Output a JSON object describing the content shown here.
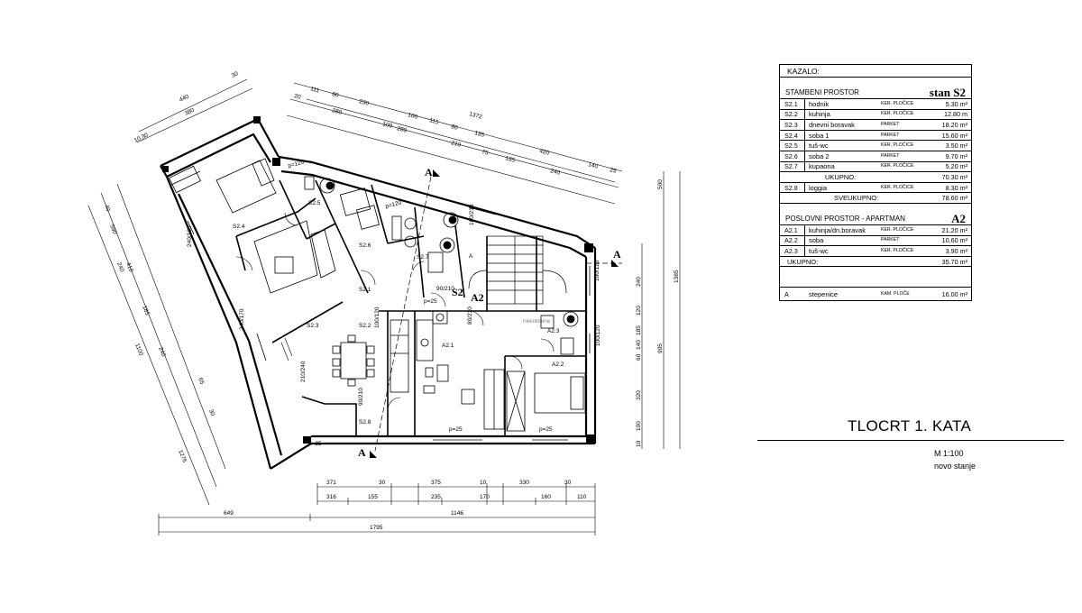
{
  "legend": {
    "heading": "KAZALO:",
    "residential": {
      "section_label": "STAMBENI PROSTOR",
      "unit_code": "stan S2",
      "rooms": [
        {
          "id": "S2.1",
          "name": "hodnik",
          "floor": "KER. PLOČICE",
          "area": "5.30 m²"
        },
        {
          "id": "S2.2",
          "name": "kuhinja",
          "floor": "KER. PLOČICE",
          "area": "12.80 m"
        },
        {
          "id": "S2.3",
          "name": "dnevni boravak",
          "floor": "PARKET",
          "area": "18.20 m²"
        },
        {
          "id": "S2.4",
          "name": "soba 1",
          "floor": "PARKET",
          "area": "15.60 m²"
        },
        {
          "id": "S2.5",
          "name": "tuš-wc",
          "floor": "KER. PLOČICE",
          "area": "3.50 m²"
        },
        {
          "id": "S2.6",
          "name": "soba 2",
          "floor": "PARKET",
          "area": "9.70 m²"
        },
        {
          "id": "S2.7",
          "name": "kupaona",
          "floor": "KER. PLOČICE",
          "area": "5.20 m²"
        }
      ],
      "subtotal_label": "UKUPNO:",
      "subtotal": "70.30 m²",
      "loggia": {
        "id": "S2.8",
        "name": "loggia",
        "floor": "KER. PLOČICE",
        "area": "8.30 m²"
      },
      "total_label": "SVEUKUPNO:",
      "total": "78.60 m²"
    },
    "commercial": {
      "section_label": "POSLOVNI PROSTOR - APARTMAN",
      "unit_code": "A2",
      "rooms": [
        {
          "id": "A2.1",
          "name": "kuhinja/dn.boravak",
          "floor": "KER. PLOČICE",
          "area": "21.20 m²"
        },
        {
          "id": "A2.2",
          "name": "soba",
          "floor": "PARKET",
          "area": "10.60 m²"
        },
        {
          "id": "A2.3",
          "name": "tuš-wc",
          "floor": "KER. PLOČICE",
          "area": "3.90 m²"
        }
      ],
      "total_label": "UKUPNO:",
      "total": "35.70 m²"
    },
    "stairs": {
      "id": "A",
      "name": "stepenice",
      "floor": "KAM. PLOČE",
      "area": "16.00 m²"
    }
  },
  "title": {
    "name": "TLOCRT 1. KATA",
    "scale": "M 1:100",
    "state": "novo stanje"
  },
  "plan": {
    "room_tags": {
      "S2.1": "S2.1",
      "S2.2": "S2.2",
      "S2.3": "S2.3",
      "S2.4": "S2.4",
      "S2.5": "S2.5",
      "S2.6": "S2.6",
      "S2.7": "S2.7",
      "S2.8": "S2.8",
      "A2.1": "A2.1",
      "A2.2": "A2.2",
      "A2.3": "A2.3",
      "A": "A"
    },
    "unit_tags": {
      "s2": "S2",
      "a2": "A2"
    },
    "section_marks": {
      "a": "A"
    },
    "bottom_dims": {
      "row1": [
        "371",
        "30",
        "375",
        "10",
        "330",
        "30"
      ],
      "row2": [
        "316",
        "155",
        "235",
        "170",
        "160",
        "110"
      ],
      "row3": [
        "649",
        "1146"
      ],
      "total": "1795"
    },
    "top_dims": {
      "row1": [
        "111",
        "80",
        "230",
        "100",
        "115",
        "80",
        "135",
        "420",
        "140",
        "25"
      ],
      "row2": [
        "20",
        "280",
        "100",
        "280",
        "210",
        "75",
        "135",
        "240"
      ],
      "total": "1372"
    },
    "left_dims": {
      "row1": [
        "440",
        "30"
      ],
      "row2": [
        "380"
      ],
      "corner": "10,30"
    },
    "right_dims": {
      "inner": [
        "240",
        "120",
        "185",
        "140",
        "60",
        "320",
        "100",
        "10"
      ],
      "mid": [
        "500",
        "905"
      ],
      "outer": "1385"
    },
    "diag_dims": {
      "outer": [
        "590",
        "410",
        "1100",
        "1276"
      ],
      "inner": [
        "40",
        "240",
        "185",
        "240",
        "65",
        "30"
      ]
    },
    "openings": [
      "p=120",
      "p=120",
      "p=25",
      "p=25",
      "p=25",
      "p=25",
      "90/210",
      "100/120",
      "100/210",
      "240/165",
      "240/170",
      "210/240",
      "90/210",
      "80/210",
      "100/120",
      "100/120"
    ],
    "watermark": "nekretnine"
  }
}
